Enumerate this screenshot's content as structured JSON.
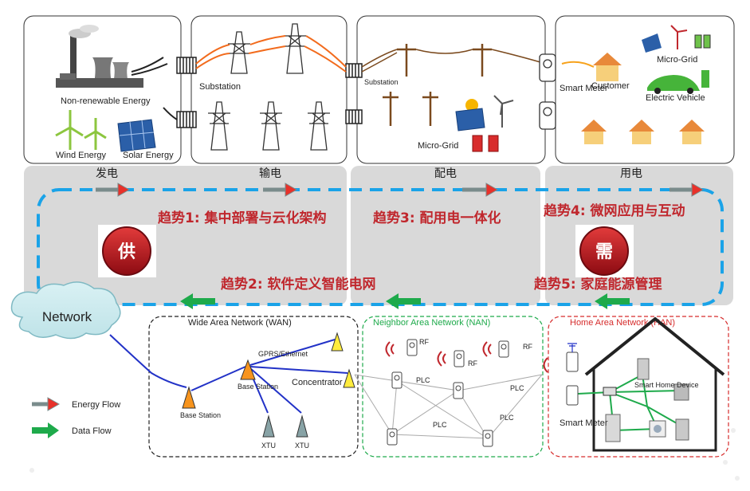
{
  "sections": {
    "generation": "发电",
    "transmission": "输电",
    "distribution": "配电",
    "consumption": "用电"
  },
  "trends": {
    "t1": "趋势1: 集中部署与云化架构",
    "t2": "趋势2: 软件定义智能电网",
    "t3": "趋势3: 配用电一体化",
    "t4": "趋势4: 微网应用与互动",
    "t5": "趋势5: 家庭能源管理"
  },
  "badges": {
    "supply": "供",
    "demand": "需"
  },
  "top_labels": {
    "non_renewable": "Non-renewable Energy",
    "wind": "Wind Energy",
    "solar": "Solar Energy",
    "substation_1": "Substation",
    "substation_2": "Substation",
    "micro_grid_dist": "Micro-Grid",
    "smart_meter": "Smart Meter",
    "customer": "Customer",
    "micro_grid_cons": "Micro-Grid",
    "ev": "Electric Vehicle"
  },
  "networks": {
    "cloud": "Network",
    "wan": "Wide Area Network (WAN)",
    "nan": "Neighbor Area  Network (NAN)",
    "han": "Home Area Network (HAN)"
  },
  "wan_labels": {
    "gprs": "GPRS/Ethernet",
    "base_station_1": "Base Station",
    "base_station_2": "Base Station",
    "concentrator": "Concentrator",
    "xtu_1": "XTU",
    "xtu_2": "XTU"
  },
  "nan_labels": {
    "rf_1": "RF",
    "rf_2": "RF",
    "rf_3": "RF",
    "plc_1": "PLC",
    "plc_2": "PLC",
    "plc_3": "PLC",
    "plc_4": "PLC"
  },
  "han_labels": {
    "smart_meter": "Smart Meter",
    "smart_home_device": "Smart Home Device"
  },
  "legend": {
    "energy_flow": "Energy Flow",
    "data_flow": "Data Flow"
  },
  "colors": {
    "trend_text": "#c0272d",
    "dash_loop": "#1aa3e8",
    "energy_arrow": "#7a8c8c",
    "energy_head": "#e8312a",
    "data_arrow": "#1eaa4b",
    "band": "#d9d9d9",
    "badge": "#c1121f",
    "wan_link": "#2232c7",
    "han_link": "#1eaa4b"
  }
}
